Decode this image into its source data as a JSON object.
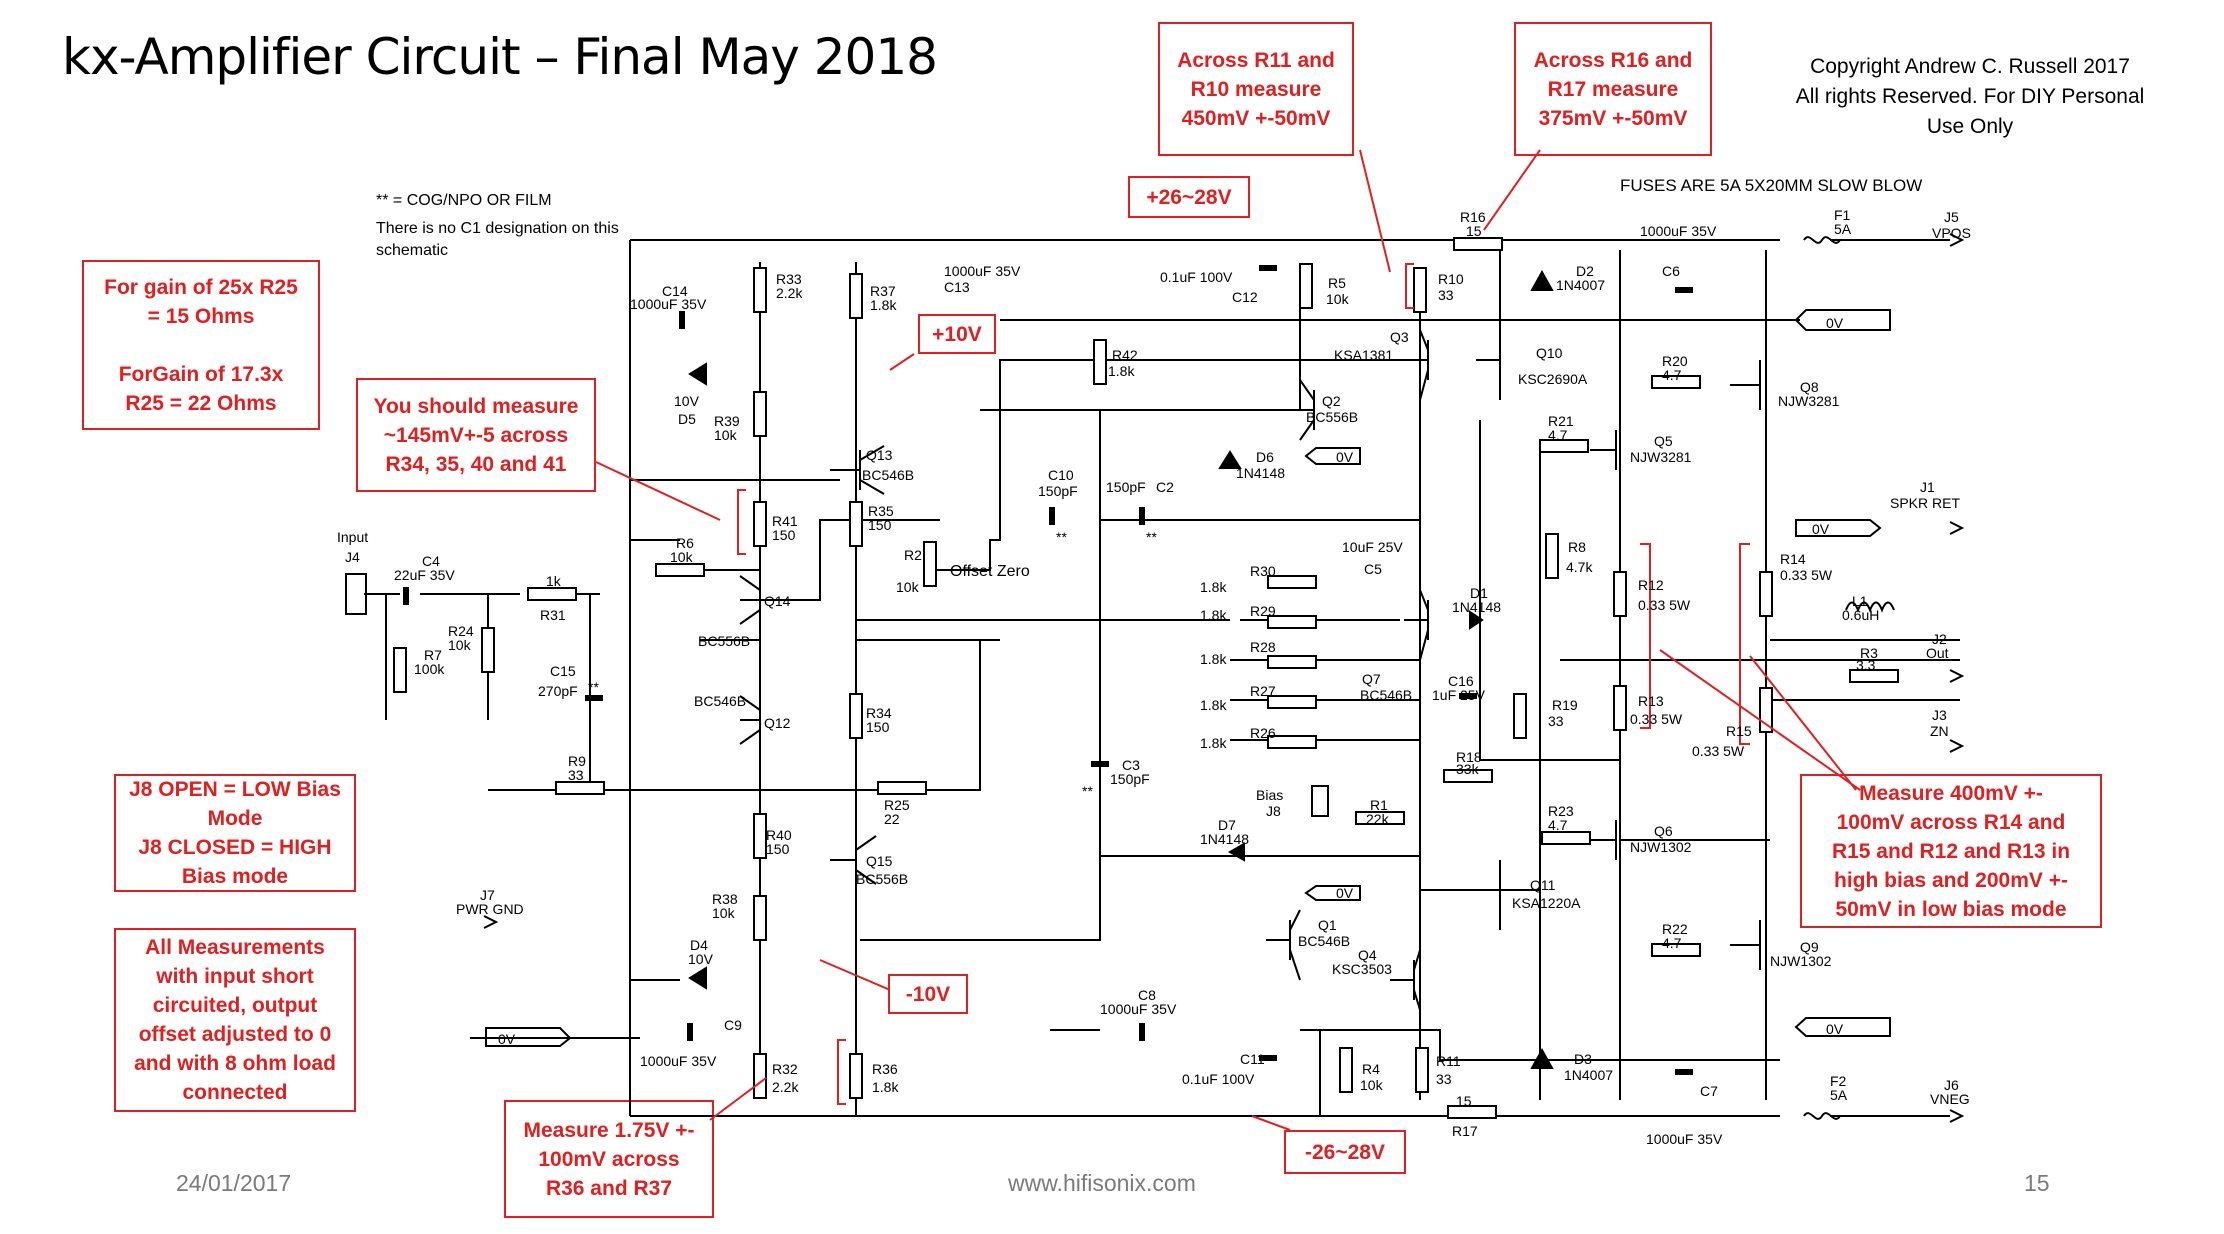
{
  "slide": {
    "title": "kx-Amplifier Circuit – Final May 2018",
    "copyright": "Copyright Andrew C. Russell 2017\nAll rights Reserved. For DIY Personal\nUse Only",
    "fuses_note": "FUSES ARE 5A 5X20MM SLOW BLOW",
    "cog_note": "** = COG/NPO OR FILM",
    "c1_note": "There is no C1          designation on this\nschematic",
    "footer_date": "24/01/2017",
    "footer_url": "www.hifisonix.com",
    "page_number": "15"
  },
  "callouts": {
    "gain": "For gain of 25x R25\n= 15 Ohms\n\nForGain of 17.3x\nR25 = 22 Ohms",
    "r34": "You should measure\n~145mV+-5 across\nR34, 35, 40 and 41",
    "plus10": "+10V",
    "minus10": "-10V",
    "plus26": "+26~28V",
    "minus26": "-26~28V",
    "r11r10": "Across R11 and\nR10 measure\n450mV +-50mV",
    "r16r17": "Across R16 and\nR17 measure\n375mV +-50mV",
    "j8": "J8 OPEN = LOW Bias\nMode\nJ8 CLOSED = HIGH\nBias mode",
    "measurements": "All Measurements\nwith input short\ncircuited, output\noffset adjusted to 0\nand with 8 ohm load\nconnected",
    "r36r37": "Measure 1.75V +-\n100mV  across\nR36 and R37",
    "r14": "Measure 400mV +-\n100mV across R14 and\nR15 and R12 and R13 in\nhigh bias and 200mV +-\n50mV in low bias mode"
  },
  "components": {
    "input_label": "Input",
    "J4": "J4",
    "C4": "C4",
    "C4_val": "22uF 35V",
    "R31": "R31",
    "R31_val": "1k",
    "R7": "R7",
    "R7_val": "100k",
    "R24": "R24",
    "R24_val": "10k",
    "C15": "C15",
    "C15_val": "270pF",
    "R9": "R9",
    "R9_val": "33",
    "R6": "R6",
    "R6_val": "10k",
    "C14": "C14",
    "C14_val": "1000uF 35V",
    "D5": "D5",
    "D5_val": "10V",
    "R33": "R33",
    "R33_val": "2.2k",
    "R39": "R39",
    "R39_val": "10k",
    "R41": "R41",
    "R41_val": "150",
    "Q14": "Q14",
    "Q14_type": "BC556B",
    "Q12": "Q12",
    "Q12_type": "BC546B",
    "R40": "R40",
    "R40_val": "150",
    "R38": "R38",
    "R38_val": "10k",
    "D4": "D4",
    "D4_val": "10V",
    "J7": "J7",
    "J7_label": "PWR GND",
    "C9": "C9",
    "C9_val": "1000uF 35V",
    "zero_v": "0V",
    "R32": "R32",
    "R32_val": "2.2k",
    "R37": "R37",
    "R37_val": "1.8k",
    "C13": "C13",
    "C13_val": "1000uF 35V",
    "Q13": "Q13",
    "Q13_type": "BC546B",
    "R35": "R35",
    "R35_val": "150",
    "R2": "R2",
    "R2_val": "10k",
    "offset_zero": "Offset Zero",
    "R34": "R34",
    "R34_val": "150",
    "R25": "R25",
    "R25_val": "22",
    "Q15": "Q15",
    "Q15_type": "BC556B",
    "R36": "R36",
    "R36_val": "1.8k",
    "R42": "R42",
    "R42_val": "1.8k",
    "C10": "C10",
    "C10_val": "150pF",
    "C2": "C2",
    "C2_val": "150pF",
    "C3": "C3",
    "C3_val": "150pF",
    "dstar": "**",
    "C12": "C12",
    "C12_val": "0.1uF 100V",
    "R5": "R5",
    "R5_val": "10k",
    "Q2": "Q2",
    "Q2_type": "BC556B",
    "D6": "D6",
    "D6_type": "1N4148",
    "R30": "R30",
    "R29": "R29",
    "R28": "R28",
    "R27": "R27",
    "R26": "R26",
    "r_1k8": "1.8k",
    "C5": "C5",
    "C5_val": "10uF 25V",
    "Q7": "Q7",
    "Q7_type": "BC546B",
    "D1": "D1",
    "D1_type": "1N4148",
    "C16": "C16",
    "C16_val": "1uF 25V",
    "R18": "R18",
    "R18_val": "33k",
    "bias_label": "Bias",
    "J8": "J8",
    "R1": "R1",
    "R1_val": "22k",
    "D7": "D7",
    "D7_type": "1N4148",
    "Q1": "Q1",
    "Q1_type": "BC546B",
    "Q4": "Q4",
    "Q4_type": "KSC3503",
    "C11": "C11",
    "C11_val": "0.1uF 100V",
    "R4": "R4",
    "R4_val": "10k",
    "C8": "C8",
    "C8_val": "1000uF 35V",
    "R10": "R10",
    "R10_val": "33",
    "Q3": "Q3",
    "Q3_type": "KSA1381",
    "R16": "R16",
    "R16_val": "15",
    "D2": "D2",
    "D2_type": "1N4007",
    "Q10": "Q10",
    "Q10_type": "KSC2690A",
    "R21": "R21",
    "R21_val": "4.7",
    "R19": "R19",
    "R19_val": "33",
    "Q11": "Q11",
    "Q11_type": "KSA1220A",
    "R23": "R23",
    "R23_val": "4.7",
    "R11": "R11",
    "R11_val": "33",
    "R17": "R17",
    "R17_val": "15",
    "D3": "D3",
    "D3_type": "1N4007",
    "C6": "C6",
    "C6_val": "1000uF 35V",
    "C7": "C7",
    "C7_val": "1000uF 35V",
    "R20": "R20",
    "R20_val": "4.7",
    "Q8": "Q8",
    "Q8_type": "NJW3281",
    "Q5": "Q5",
    "Q5_type": "NJW3281",
    "R8": "R8",
    "R8_val": "4.7k",
    "R12": "R12",
    "R12_val": "0.33 5W",
    "R13": "R13",
    "R13_val": "0.33 5W",
    "Q6": "Q6",
    "Q6_type": "NJW1302",
    "R22": "R22",
    "R22_val": "4.7",
    "Q9": "Q9",
    "Q9_type": "NJW1302",
    "R14": "R14",
    "R14_val": "0.33 5W",
    "R15": "R15",
    "R15_val": "0.33 5W",
    "L1": "L1",
    "L1_val": "0.6uH",
    "R3": "R3",
    "R3_val": "3.3",
    "F1": "F1",
    "F1_val": "5A",
    "F2": "F2",
    "F2_val": "5A",
    "J5": "J5",
    "J5_label": "VPOS",
    "J6": "J6",
    "J6_label": "VNEG",
    "J1": "J1",
    "J1_label": "SPKR RET",
    "J2": "J2",
    "J2_label": "Out",
    "J3": "J3",
    "J3_label": "ZN"
  },
  "colors": {
    "callout": "#e02020",
    "wire": "#000000",
    "footer": "#7a7a7a"
  }
}
